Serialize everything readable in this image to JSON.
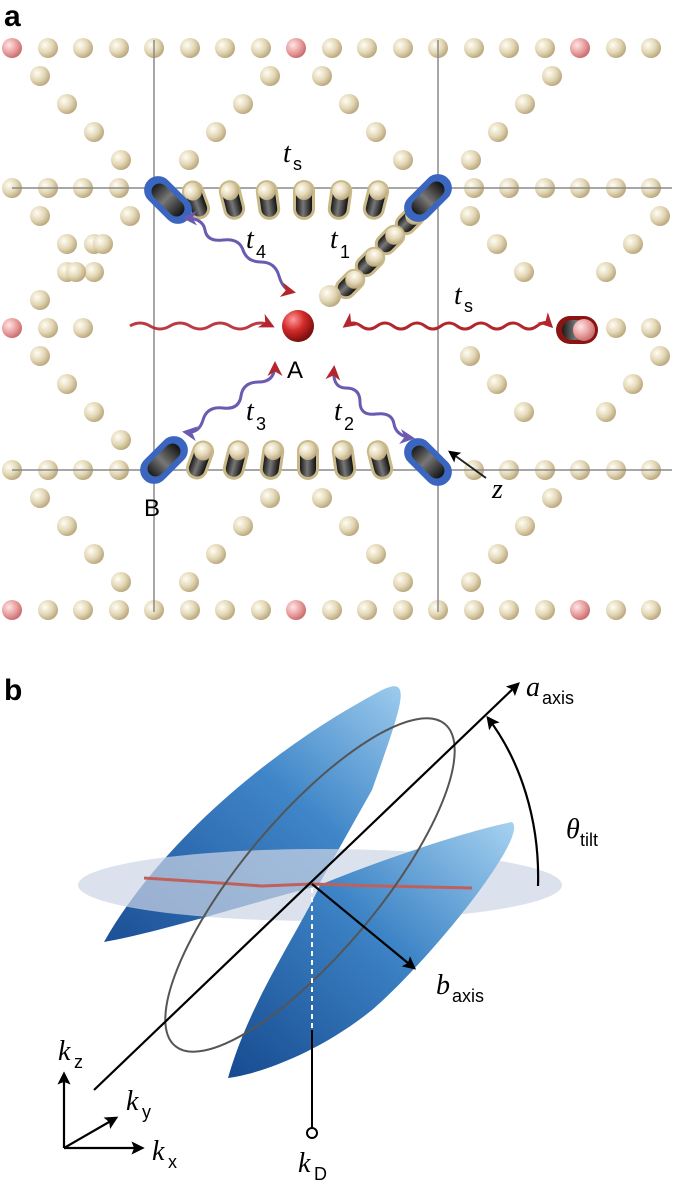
{
  "panels": {
    "a": {
      "label": "a",
      "site_a": "A",
      "site_b": "B",
      "axis_z": "z",
      "hop_ts_top": "t",
      "hop_ts_top_sub": "s",
      "hop_ts_right": "t",
      "hop_ts_right_sub": "s",
      "hop_1": "t",
      "hop_1_sub": "1",
      "hop_2": "t",
      "hop_2_sub": "2",
      "hop_3": "t",
      "hop_3_sub": "3",
      "hop_4": "t",
      "hop_4_sub": "4"
    },
    "b": {
      "label": "b",
      "a_axis": "a",
      "a_axis_sub": "axis",
      "b_axis": "b",
      "b_axis_sub": "axis",
      "theta": "θ",
      "theta_sub": "tilt",
      "kz": "k",
      "kz_sub": "z",
      "ky": "k",
      "ky_sub": "y",
      "kx": "k",
      "kx_sub": "x",
      "kd": "k",
      "kd_sub": "D"
    }
  },
  "colors": {
    "atom": "#d9ccaa",
    "atom_pink": "#e89a9a",
    "site_a": "#cc2a2a",
    "site_b_blue": "#3a66c0",
    "hop_red": "#b3262e",
    "hop_purple": "#6a5bb0",
    "sheet_blue": "#3f86c8",
    "plane": "#cdd6e6"
  }
}
